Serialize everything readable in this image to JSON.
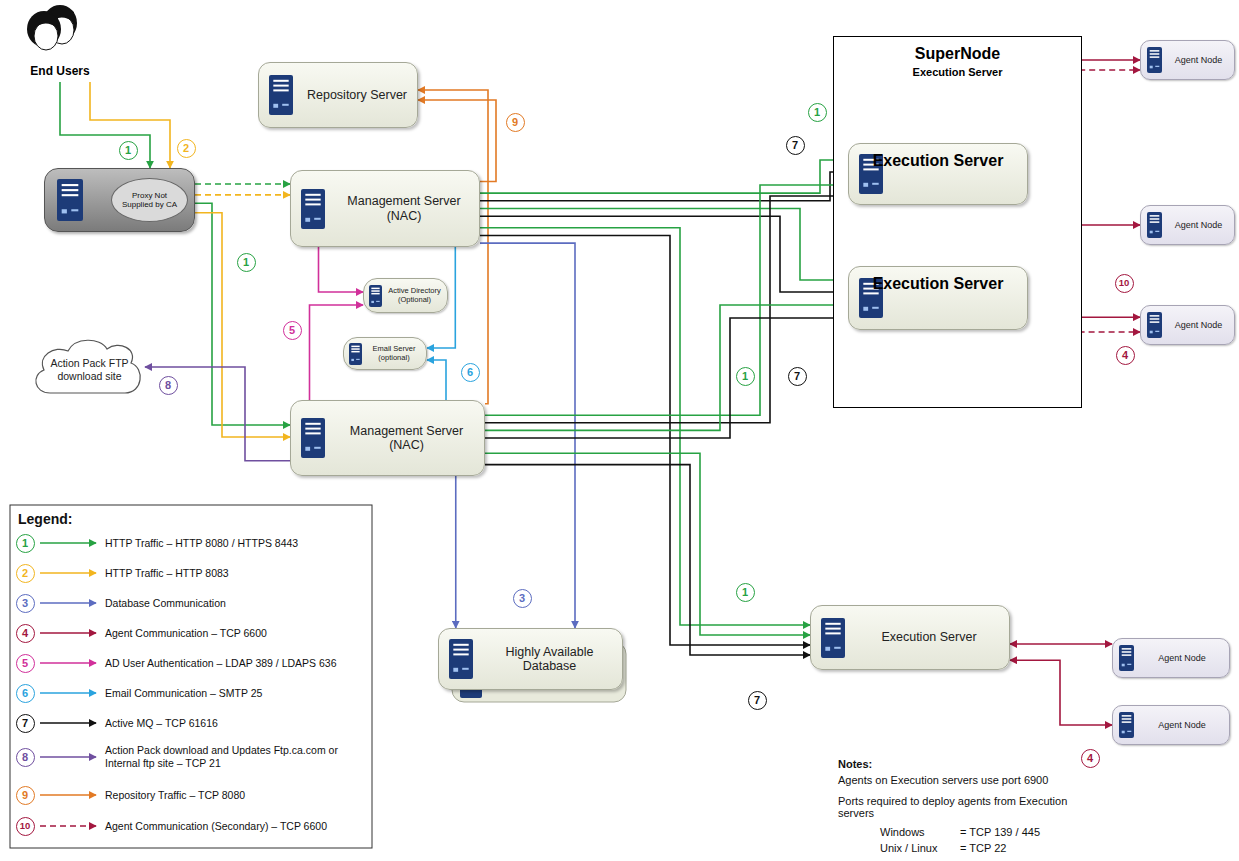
{
  "diagram": {
    "nodes": [
      {
        "text": [
          "End Users"
        ]
      },
      {
        "text": [
          "Proxy Not Supplied by CA"
        ]
      },
      {
        "text": [
          "Repository Server"
        ]
      },
      {
        "text": [
          "Management Server (NAC)"
        ]
      },
      {
        "text": [
          "SuperNode",
          "Execution Server"
        ]
      },
      {
        "text": [
          "Execution Server"
        ],
        "in": 4
      },
      {
        "text": [
          "Execution Server"
        ],
        "in": 4
      },
      {
        "text": [
          "Agent Node"
        ]
      },
      {
        "text": [
          "Agent Node"
        ]
      },
      {
        "text": [
          "Agent Node"
        ]
      },
      {
        "text": [
          "Active Directory (Optional)"
        ]
      },
      {
        "text": [
          "Email Server (optional)"
        ]
      },
      {
        "text": [
          "Action Pack FTP download site"
        ]
      },
      {
        "text": [
          "Management Server (NAC)"
        ]
      },
      {
        "text": [
          "Highly Available Database"
        ]
      },
      {
        "text": [
          "Execution Server"
        ]
      },
      {
        "text": [
          "Agent Node"
        ]
      },
      {
        "text": [
          "Agent Node"
        ]
      }
    ],
    "edges": [
      {
        "from": 0,
        "to": 1,
        "arrow": "to"
      },
      {
        "from": 0,
        "to": 1,
        "arrow": "to"
      },
      {
        "from": 1,
        "to": 3,
        "arrow": "to"
      },
      {
        "from": 1,
        "to": 3,
        "arrow": "to"
      },
      {
        "from": 1,
        "to": 13,
        "arrow": "to"
      },
      {
        "from": 1,
        "to": 13,
        "arrow": "to"
      },
      {
        "from": 3,
        "to": 2,
        "arrow": "to"
      },
      {
        "from": 13,
        "to": 2,
        "arrow": "to"
      },
      {
        "from": 3,
        "to": 10,
        "arrow": "to"
      },
      {
        "from": 13,
        "to": 10,
        "arrow": "to"
      },
      {
        "from": 3,
        "to": 11,
        "arrow": "to"
      },
      {
        "from": 13,
        "to": 11,
        "arrow": "to"
      },
      {
        "from": 13,
        "to": 12,
        "arrow": "to"
      },
      {
        "from": 3,
        "to": 14,
        "arrow": "to"
      },
      {
        "from": 13,
        "to": 14,
        "arrow": "to"
      },
      {
        "from": 3,
        "to": 5,
        "arrow": "to"
      },
      {
        "from": 3,
        "to": 5,
        "arrow": "to"
      },
      {
        "from": 3,
        "to": 6,
        "arrow": "to"
      },
      {
        "from": 3,
        "to": 6,
        "arrow": "to"
      },
      {
        "from": 3,
        "to": 15,
        "arrow": "to"
      },
      {
        "from": 3,
        "to": 15,
        "arrow": "to"
      },
      {
        "from": 13,
        "to": 5,
        "arrow": "to"
      },
      {
        "from": 13,
        "to": 5,
        "arrow": "to"
      },
      {
        "from": 13,
        "to": 6,
        "arrow": "to"
      },
      {
        "from": 13,
        "to": 6,
        "arrow": "to"
      },
      {
        "from": 13,
        "to": 15,
        "arrow": "to"
      },
      {
        "from": 13,
        "to": 15,
        "arrow": "to"
      },
      {
        "from": 5,
        "to": 7,
        "arrow": "both"
      },
      {
        "from": 5,
        "to": 8,
        "arrow": "both"
      },
      {
        "from": 6,
        "to": 9,
        "arrow": "both"
      },
      {
        "from": 5,
        "to": 9,
        "arrow": "both"
      },
      {
        "from": 6,
        "to": 7,
        "arrow": "both"
      },
      {
        "from": 15,
        "to": 16,
        "arrow": "both"
      },
      {
        "from": 15,
        "to": 17,
        "arrow": "both"
      }
    ],
    "labels": [
      "1",
      "2",
      "1",
      "9",
      "1",
      "7",
      "5",
      "6",
      "10",
      "8",
      "1",
      "7",
      "4",
      "3",
      "1",
      "7",
      "4",
      "Legend:",
      "1",
      "2",
      "3",
      "4",
      "5",
      "6",
      "7",
      "8",
      "9",
      "10",
      "Notes:",
      "Agents on Execution servers use port 6900",
      "Ports required to deploy agents from Execution servers",
      "Windows",
      "= TCP 139 / 445",
      "Unix / Linux",
      "= TCP 22"
    ],
    "legend": [
      {
        "text": "HTTP Traffic – HTTP 8080 / HTTPS 8443"
      },
      {
        "text": "HTTP Traffic – HTTP 8083"
      },
      {
        "text": "Database Communication"
      },
      {
        "text": "Agent Communication – TCP 6600"
      },
      {
        "text": "AD User Authentication – LDAP 389 / LDAPS 636"
      },
      {
        "text": "Email Communication – SMTP 25"
      },
      {
        "text": "Active MQ – TCP 61616"
      },
      {
        "text": "Action Pack download and Updates Ftp.ca.com or Internal ftp site – TCP 21"
      },
      {
        "text": "Repository Traffic – TCP 8080"
      },
      {
        "text": "Agent Communication (Secondary) – TCP 6600"
      }
    ]
  }
}
